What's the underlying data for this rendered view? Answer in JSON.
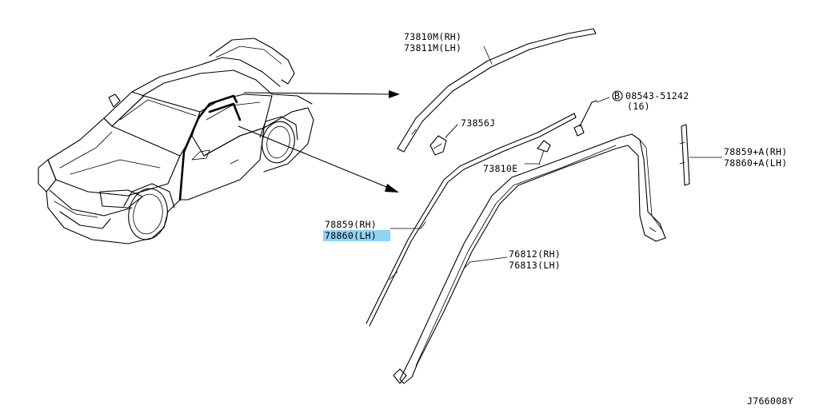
{
  "labels": {
    "roof_molding_rh": "73810M(RH)",
    "roof_molding_lh": "73811M(LH)",
    "clip": "73856J",
    "bolt_circle": "B",
    "bolt_number": "08543-51242",
    "bolt_qty": "(16)",
    "fastener": "73810E",
    "seal_a_rh": "78859+A(RH)",
    "seal_a_lh": "78860+A(LH)",
    "seal_rh": "78859(RH)",
    "seal_lh": "78860(LH)",
    "garnish_rh": "76812(RH)",
    "garnish_lh": "76813(LH)",
    "diagram_code": "J766008Y"
  },
  "highlight_color": "#8fd3f5"
}
